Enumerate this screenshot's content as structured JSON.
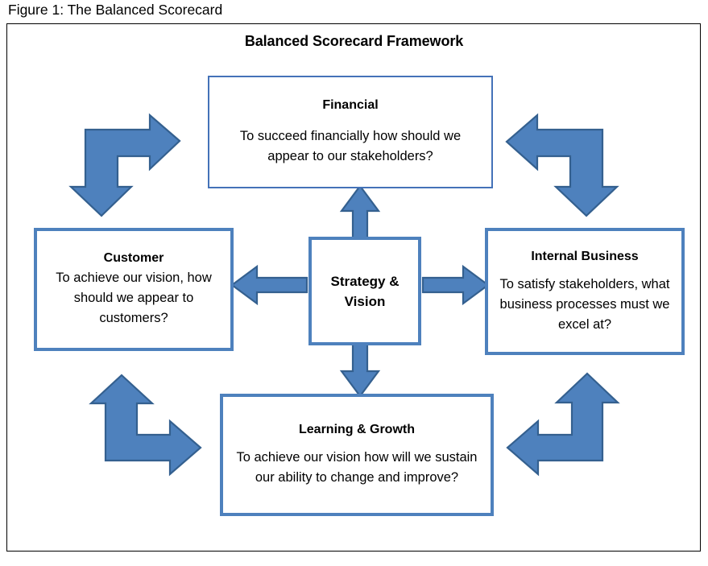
{
  "figure": {
    "caption": "Figure 1: The Balanced Scorecard"
  },
  "framework": {
    "title": "Balanced Scorecard Framework",
    "accent_color": "#4E81BD",
    "accent_border_color": "#34608F",
    "frame_color": "#000000",
    "background_color": "#FFFFFF"
  },
  "nodes": {
    "financial": {
      "title": "Financial",
      "description": "To succeed financially how should we appear to our stakeholders?"
    },
    "customer": {
      "title": "Customer",
      "description": "To achieve our vision, how should we appear to customers?"
    },
    "internal_business": {
      "title": "Internal Business",
      "description": "To satisfy stakeholders, what business processes must we excel at?"
    },
    "learning_growth": {
      "title": "Learning & Growth",
      "description": "To achieve our vision how will we sustain our ability to change and improve?"
    },
    "strategy": {
      "line1": "Strategy &",
      "line2": "Vision"
    }
  },
  "arrows": [
    {
      "name": "arrow-center-to-financial",
      "direction": "up",
      "from": "strategy",
      "to": "financial"
    },
    {
      "name": "arrow-center-to-customer",
      "direction": "left",
      "from": "strategy",
      "to": "customer"
    },
    {
      "name": "arrow-center-to-internal",
      "direction": "right",
      "from": "strategy",
      "to": "internal_business"
    },
    {
      "name": "arrow-center-to-learning",
      "direction": "down",
      "from": "strategy",
      "to": "learning_growth"
    },
    {
      "name": "arrow-bent-financial-customer",
      "direction": "bent-right-down",
      "from": "customer",
      "to": "financial"
    },
    {
      "name": "arrow-bent-financial-internal",
      "direction": "bent-left-down",
      "from": "internal_business",
      "to": "financial"
    },
    {
      "name": "arrow-bent-customer-learning",
      "direction": "bent-up-right",
      "from": "customer",
      "to": "learning_growth"
    },
    {
      "name": "arrow-bent-internal-learning",
      "direction": "bent-up-left",
      "from": "internal_business",
      "to": "learning_growth"
    }
  ]
}
